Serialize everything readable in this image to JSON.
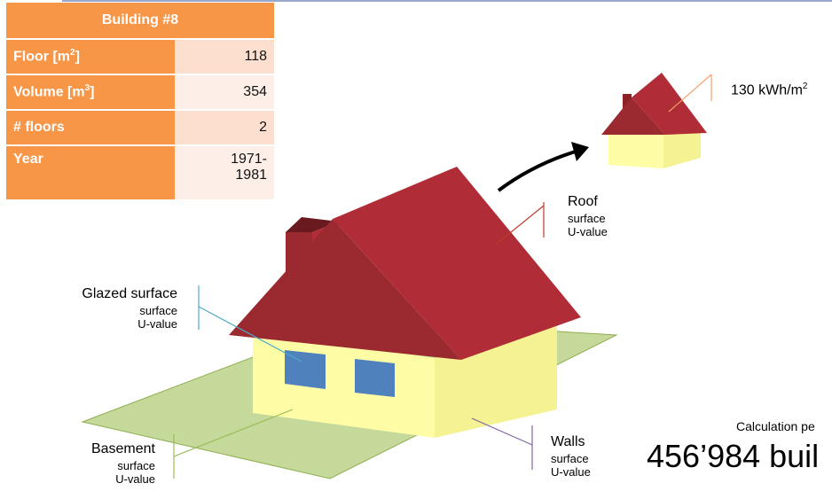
{
  "table": {
    "title": "Building #8",
    "rows": [
      {
        "key": "Floor [m",
        "sup": "2",
        "key_end": "]",
        "value": "118"
      },
      {
        "key": "Volume [m",
        "sup": "3",
        "key_end": "]",
        "value": "354"
      },
      {
        "key": "# floors",
        "sup": "",
        "key_end": "",
        "value": "2"
      },
      {
        "key": "Year",
        "sup": "",
        "key_end": "",
        "value_line1": "1971-",
        "value_line2": "1981"
      }
    ]
  },
  "labels": {
    "roof": {
      "main": "Roof",
      "sub1": "surface",
      "sub2": "U-value"
    },
    "glazed": {
      "main": "Glazed surface",
      "sub1": "surface",
      "sub2": "U-value"
    },
    "basement": {
      "main": "Basement",
      "sub1": "surface",
      "sub2": "U-value"
    },
    "walls": {
      "main": "Walls",
      "sub1": "surface",
      "sub2": "U-value"
    }
  },
  "energy": {
    "value": "130 kWh/m",
    "sup": "2"
  },
  "calculation": {
    "small": "Calculation pe",
    "big": "456’984 buil"
  },
  "colors": {
    "roof_light": "#b02d37",
    "roof_dark": "#9b2a30",
    "wall_front": "#fffca6",
    "wall_side": "#f5f293",
    "window": "#4f81bd",
    "ground": "#c5d99a",
    "ground_edge": "#8faf4e",
    "chimney": "#8b2228",
    "table_header": "#f79646"
  }
}
